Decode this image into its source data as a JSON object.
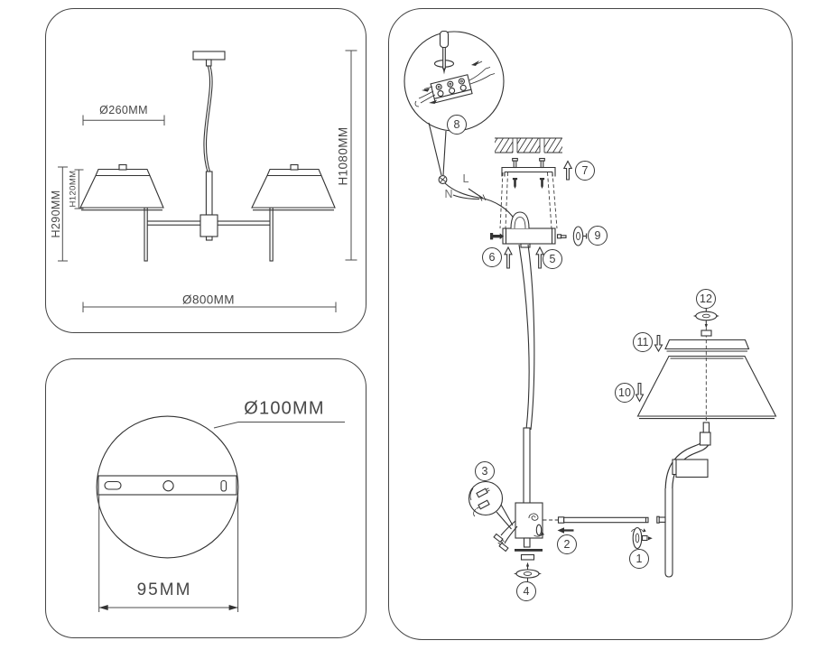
{
  "colors": {
    "background": "#ffffff",
    "line": "#333333",
    "panel_border": "#454545",
    "text": "#474747"
  },
  "dimension_panel": {
    "shade_diameter": "Ø260MM",
    "shade_height": "H120MM",
    "body_height": "H290MM",
    "overall_height": "H1080MM",
    "overall_width": "Ø800MM"
  },
  "canopy_panel": {
    "plate_diameter": "Ø100MM",
    "mount_spacing": "95MM"
  },
  "assembly_panel": {
    "wire_labels": {
      "live": "L",
      "neutral": "N"
    },
    "steps": [
      {
        "number": "1"
      },
      {
        "number": "2"
      },
      {
        "number": "3"
      },
      {
        "number": "4"
      },
      {
        "number": "5"
      },
      {
        "number": "6"
      },
      {
        "number": "7"
      },
      {
        "number": "8"
      },
      {
        "number": "9"
      },
      {
        "number": "10"
      },
      {
        "number": "11"
      },
      {
        "number": "12"
      }
    ]
  }
}
